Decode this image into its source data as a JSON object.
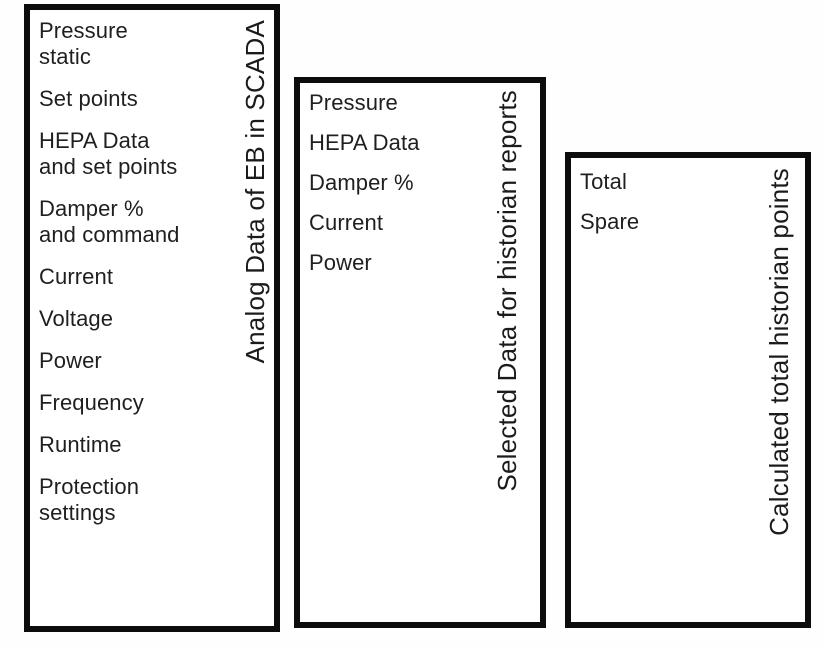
{
  "colors": {
    "background": "#ffffff",
    "box_border": "#0c0c0c",
    "text": "#1f1f1f"
  },
  "boxes": [
    {
      "title": "Analog Data of EB in SCADA",
      "items": [
        [
          "Pressure",
          "static"
        ],
        [
          "Set points"
        ],
        [
          "HEPA Data",
          "and set points"
        ],
        [
          "Damper %",
          "and command"
        ],
        [
          "Current"
        ],
        [
          "Voltage"
        ],
        [
          "Power"
        ],
        [
          "Frequency"
        ],
        [
          "Runtime"
        ],
        [
          "Protection",
          "settings"
        ]
      ]
    },
    {
      "title": "Selected Data for historian reports",
      "items": [
        [
          "Pressure"
        ],
        [
          "HEPA Data"
        ],
        [
          "Damper %"
        ],
        [
          "Current"
        ],
        [
          "Power"
        ]
      ]
    },
    {
      "title": "Calculated total historian points",
      "items": [
        [
          "Total"
        ],
        [
          "Spare"
        ]
      ]
    }
  ]
}
